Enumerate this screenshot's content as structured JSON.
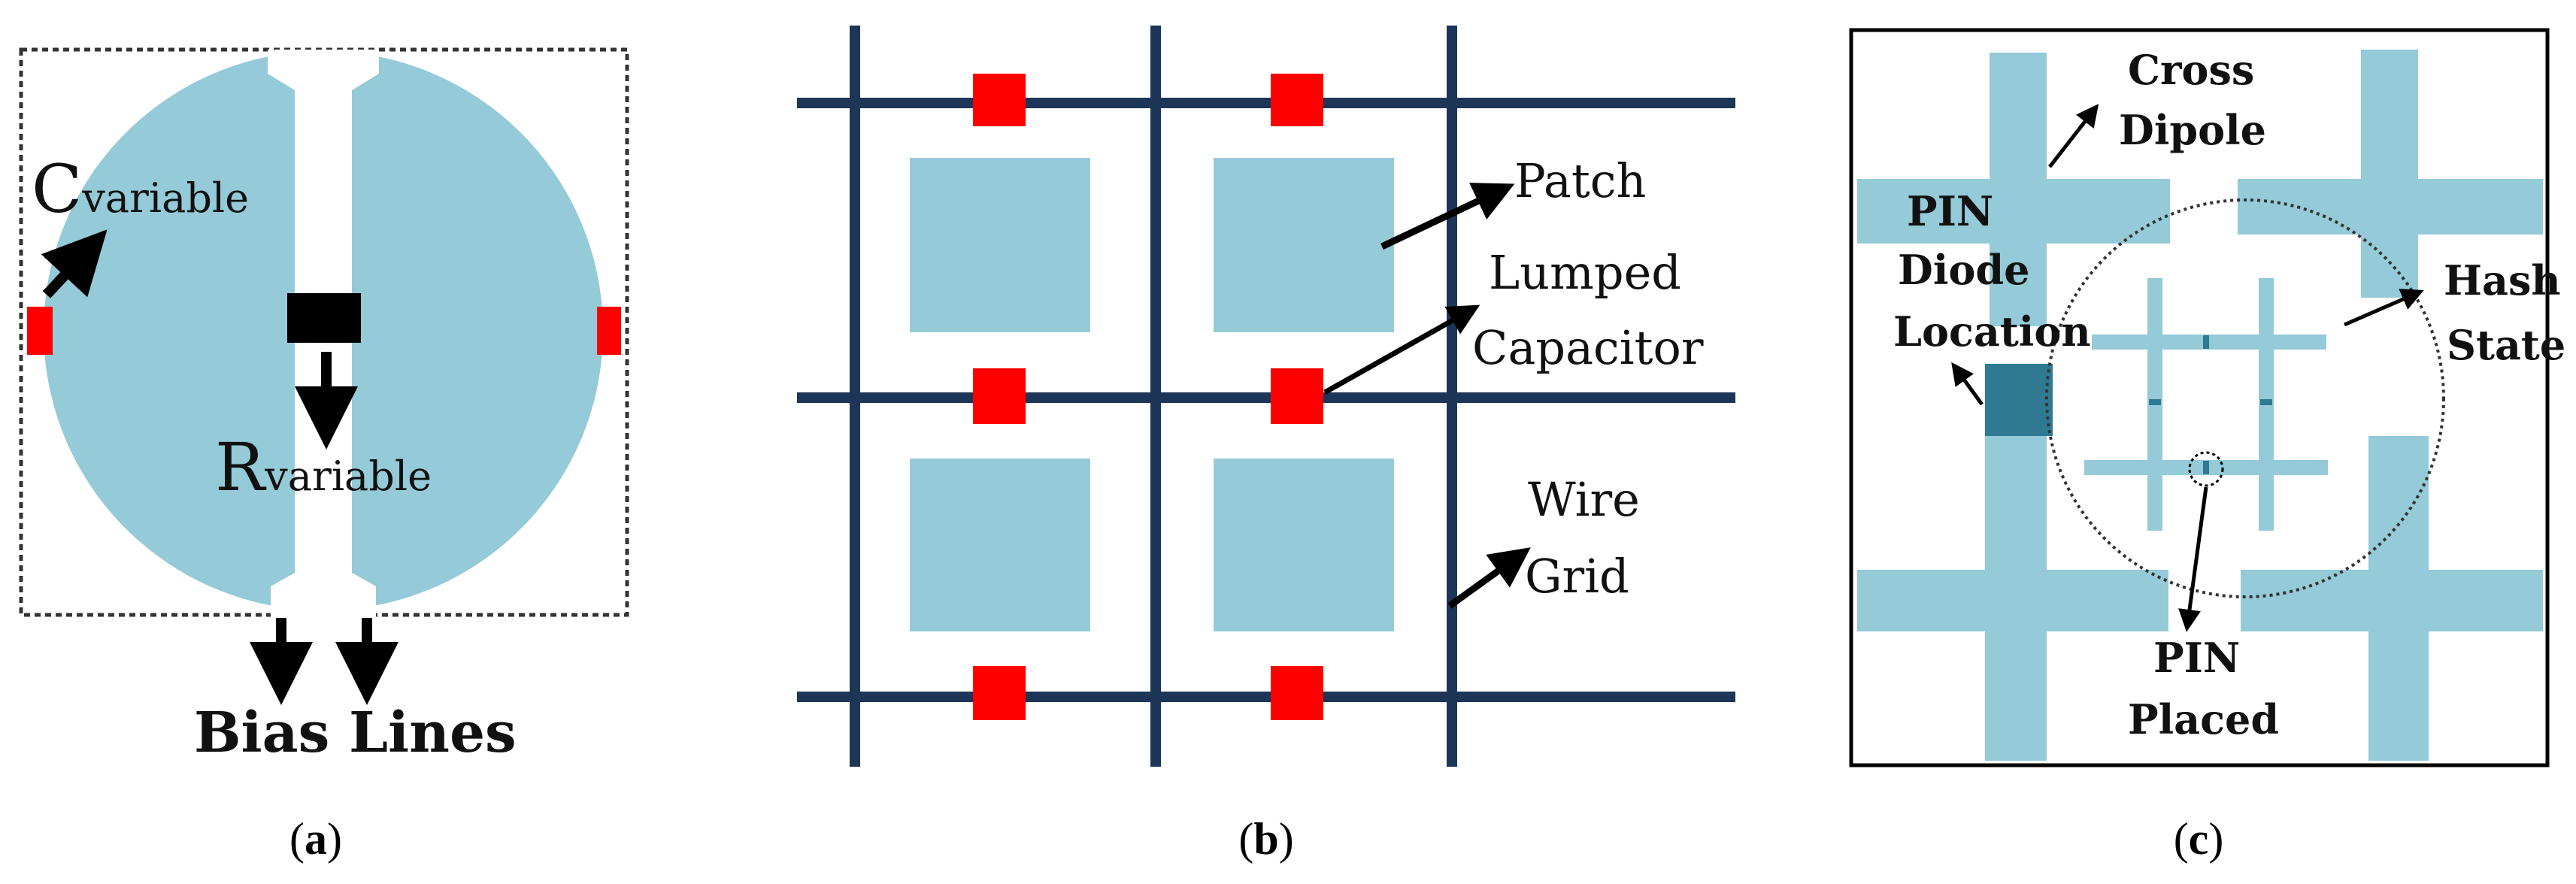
{
  "colors": {
    "patch": "#95cad8",
    "grid": "#1d3557",
    "red": "#ff0000",
    "pin_dark": "#2f7a92",
    "black": "#000000"
  },
  "panel_a": {
    "c_big": "C",
    "c_small": "variable",
    "r_big": "R",
    "r_small": "variable",
    "bias": "Bias Lines",
    "caption_open": "(",
    "caption_letter": "a",
    "caption_close": ")"
  },
  "panel_b": {
    "patch": "Patch",
    "lumped_1": "Lumped",
    "lumped_2": "Capacitor",
    "wire_1": "Wire",
    "wire_2": "Grid",
    "caption_open": "(",
    "caption_letter": "b",
    "caption_close": ")"
  },
  "panel_c": {
    "cross_1": "Cross",
    "cross_2": "Dipole",
    "pin_1": "PIN",
    "pin_2": "Diode",
    "pin_3": "Location",
    "hash_1": "Hash",
    "hash_2": "State",
    "placed_1": "PIN",
    "placed_2": "Placed",
    "caption_open": "(",
    "caption_letter": "c",
    "caption_close": ")"
  }
}
